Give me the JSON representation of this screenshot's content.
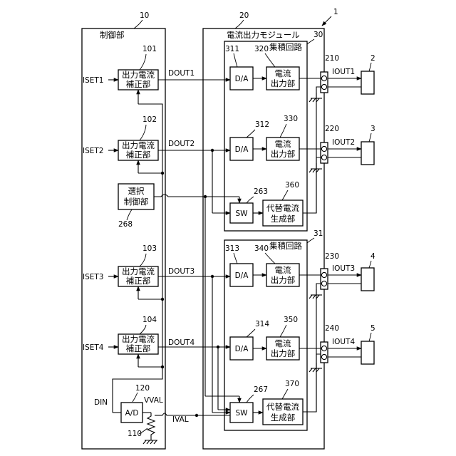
{
  "labels": {
    "system_ref": "1",
    "control_ref": "10",
    "control_title": "制御部",
    "module_ref": "20",
    "module_title": "電流出力モジュール",
    "ic1_ref": "30",
    "ic1_title": "集積回路",
    "ic2_ref": "31",
    "ic2_title": "集積回路",
    "din": "DIN",
    "vval": "VVAL",
    "ival": "IVAL"
  },
  "correctors": [
    {
      "ref": "101",
      "line1": "出力電流",
      "line2": "補正部",
      "input": "ISET1",
      "output": "DOUT1"
    },
    {
      "ref": "102",
      "line1": "出力電流",
      "line2": "補正部",
      "input": "ISET2",
      "output": "DOUT2"
    },
    {
      "ref": "103",
      "line1": "出力電流",
      "line2": "補正部",
      "input": "ISET3",
      "output": "DOUT3"
    },
    {
      "ref": "104",
      "line1": "出力電流",
      "line2": "補正部",
      "input": "ISET4",
      "output": "DOUT4"
    }
  ],
  "selector": {
    "line1": "選択",
    "line2": "制御部",
    "ref": "268"
  },
  "adc": {
    "label": "A/D",
    "ref": "120"
  },
  "resistor": {
    "ref": "110"
  },
  "dacs": [
    {
      "ref": "311",
      "label": "D/A"
    },
    {
      "ref": "312",
      "label": "D/A"
    },
    {
      "ref": "313",
      "label": "D/A"
    },
    {
      "ref": "314",
      "label": "D/A"
    }
  ],
  "output_units": [
    {
      "ref": "320",
      "line1": "電流",
      "line2": "出力部"
    },
    {
      "ref": "330",
      "line1": "電流",
      "line2": "出力部"
    },
    {
      "ref": "340",
      "line1": "電流",
      "line2": "出力部"
    },
    {
      "ref": "350",
      "line1": "電流",
      "line2": "出力部"
    }
  ],
  "switches": [
    {
      "ref": "263",
      "label": "SW"
    },
    {
      "ref": "267",
      "label": "SW"
    }
  ],
  "alt_generators": [
    {
      "ref": "360",
      "line1": "代替電流",
      "line2": "生成部"
    },
    {
      "ref": "370",
      "line1": "代替電流",
      "line2": "生成部"
    }
  ],
  "channels": [
    {
      "ref": "210",
      "signal": "IOUT1",
      "load_ref": "2"
    },
    {
      "ref": "220",
      "signal": "IOUT2",
      "load_ref": "3"
    },
    {
      "ref": "230",
      "signal": "IOUT3",
      "load_ref": "4"
    },
    {
      "ref": "240",
      "signal": "IOUT4",
      "load_ref": "5"
    }
  ]
}
